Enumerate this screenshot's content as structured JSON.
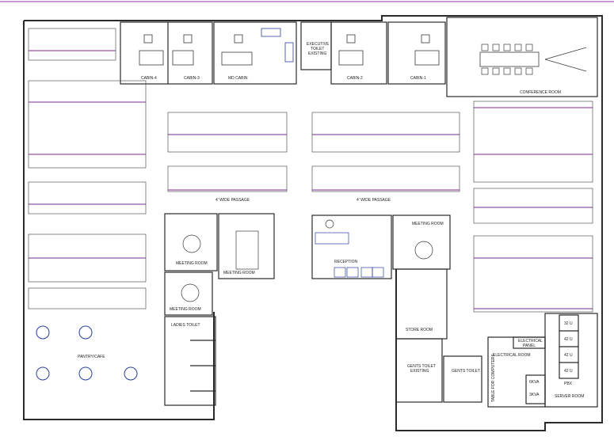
{
  "colors": {
    "wall": "#2a2a2a",
    "furniture": "#3a3a3a",
    "accent": "#7a2e8e",
    "reception": "#2b3f9e",
    "pantry": "#2a3fa0",
    "top_rule": "#a35ab5"
  },
  "rooms": {
    "cabin_4": "CABIN-4",
    "cabin_3": "CABIN-3",
    "md_cabin": "MD CABIN",
    "exec_toilet_1": "EXECUTIVE",
    "exec_toilet_2": "TOILET",
    "exec_toilet_3": "EXISTING",
    "cabin_2": "CABIN-2",
    "cabin_1": "CABIN-1",
    "conference": "CONFERENCE ROOM",
    "passage_left": "4' WIDE PASSAGE",
    "passage_right": "4' WIDE PASSAGE",
    "meeting_1": "MEETING ROOM",
    "meeting_2": "MEETING ROOM",
    "meeting_3": "MEETING ROOM",
    "meeting_4": "MEETING ROOM",
    "reception": "RECEPTION",
    "ladies_toilet": "LADIES TOILET",
    "pantry": "PANTRY/CAFE",
    "store": "STORE ROOM",
    "gents_existing_1": "GENTS TOILET",
    "gents_existing_2": "EXISTING",
    "gents": "GENTS TOILET",
    "electrical_room": "ELECTRICAL ROOM",
    "electrical_panel_1": "ELECTRICAL",
    "electrical_panel_2": "PANEL",
    "table_computers": "TABLE FOR COMPUTERS",
    "kva_1": "6KVA",
    "kva_2": "3KVA",
    "server": "SERVER ROOM",
    "rack_1": "32 U",
    "rack_2": "42 U",
    "rack_3": "42 U",
    "rack_4": "42 U",
    "pbx": "PBX"
  }
}
